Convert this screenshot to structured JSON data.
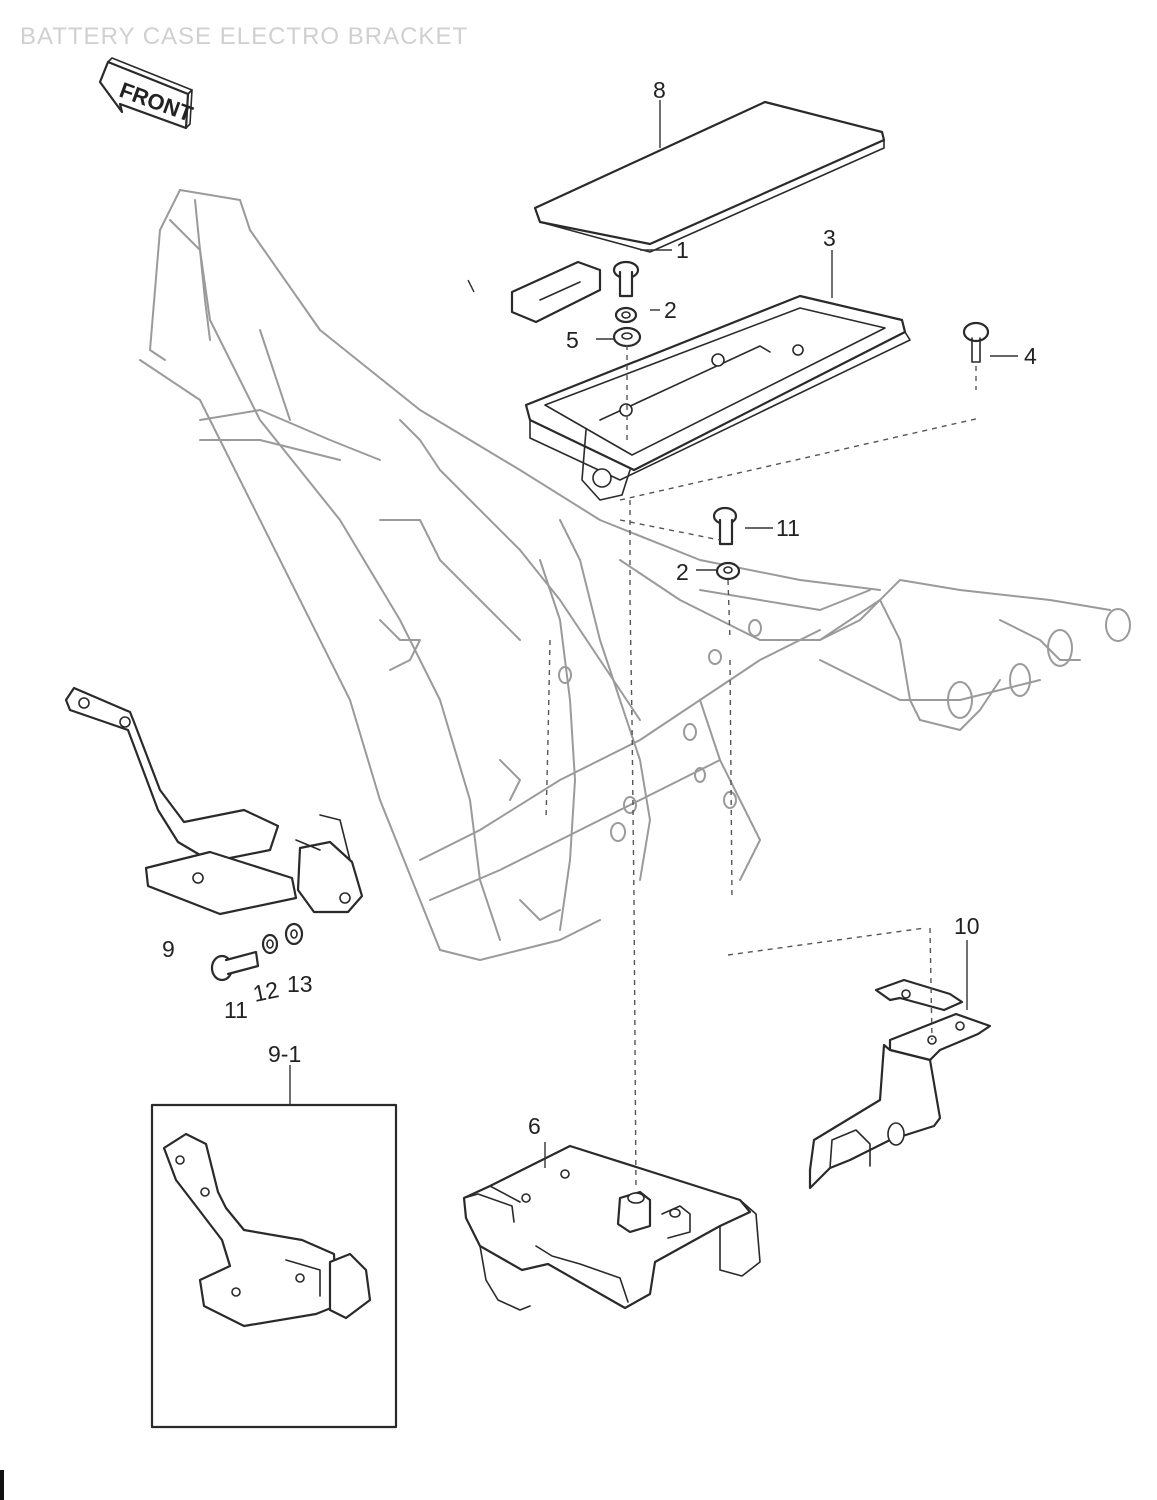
{
  "title": "BATTERY CASE ELECTRO BRACKET",
  "front_label": "FRONT",
  "callouts": {
    "c1": "1",
    "c2_top": "2",
    "c3": "3",
    "c4": "4",
    "c5": "5",
    "c6": "6",
    "c8": "8",
    "c9": "9",
    "c9_1": "9-1",
    "c10": "10",
    "c11_top": "11",
    "c2_mid": "2",
    "c11_bottom": "11",
    "c12": "12",
    "c13": "13"
  },
  "colors": {
    "linework": "#2a2a2a",
    "frame_outline": "#9a9a9a",
    "title_faded": "#d0d0d0"
  }
}
